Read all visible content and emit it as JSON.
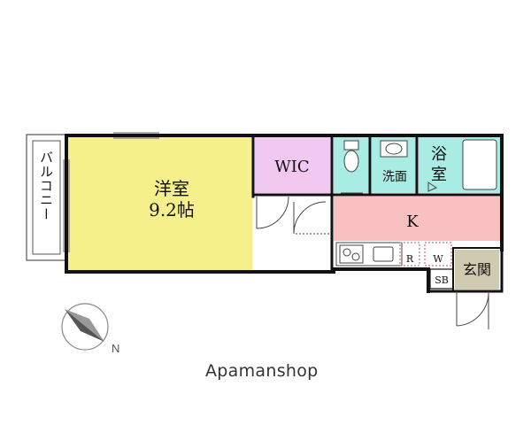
{
  "rooms": {
    "western": {
      "name": "洋室",
      "size": "9.2帖",
      "color": "#f5f08a"
    },
    "wic": {
      "name": "WIC",
      "color": "#f0c8f0"
    },
    "washroom": {
      "name": "洗面",
      "color": "#a8ece4"
    },
    "toilet": {
      "color": "#a8ece4"
    },
    "bath": {
      "name_top": "浴",
      "name_bottom": "室",
      "color": "#a8ece4"
    },
    "kitchen": {
      "name": "K",
      "color": "#f8c0c0"
    },
    "entrance": {
      "name": "玄関",
      "color": "#cfcab0"
    },
    "balcony": {
      "name": "バルコニー"
    }
  },
  "fixtures": {
    "refrigerator": "R",
    "washer": "W",
    "shoe_box": "SB"
  },
  "compass": {
    "label": "N"
  },
  "brand": "Apamanshop",
  "colors": {
    "wall": "#111111",
    "line": "#555555"
  }
}
